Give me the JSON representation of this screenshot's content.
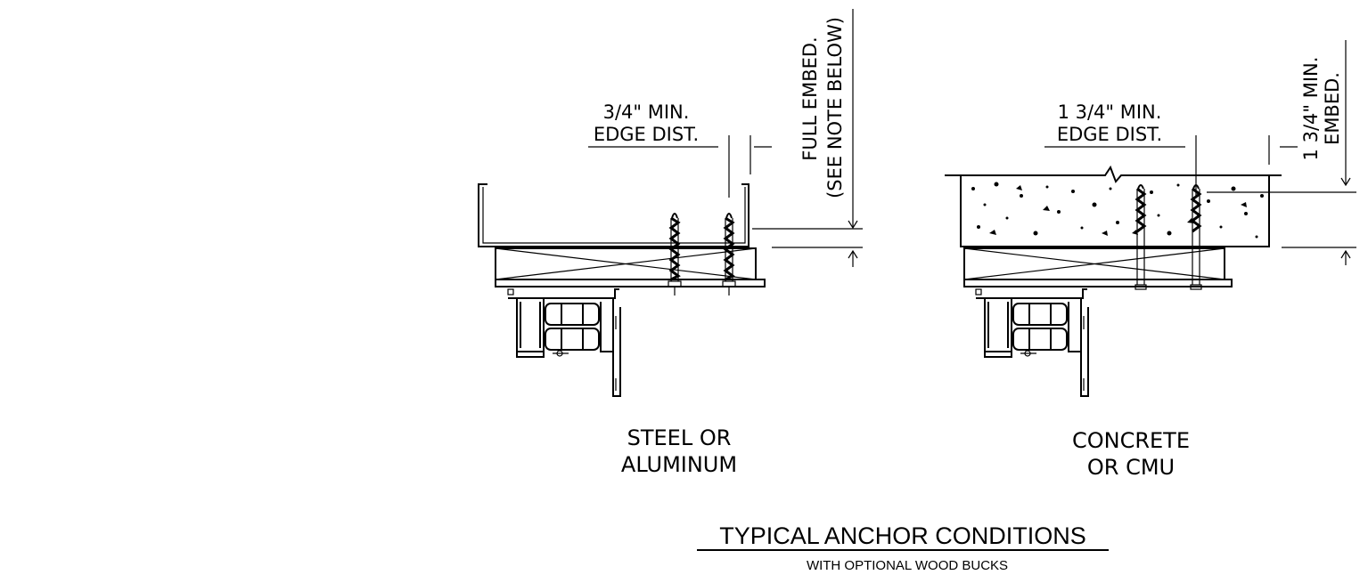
{
  "title": {
    "main": "TYPICAL ANCHOR CONDITIONS",
    "sub": "WITH OPTIONAL WOOD BUCKS"
  },
  "steel_detail": {
    "edge_label_1": "3/4\" MIN.",
    "edge_label_2": "EDGE DIST.",
    "embed_label_1": "FULL EMBED.",
    "embed_label_2": "(SEE NOTE BELOW)",
    "caption_1": "STEEL OR",
    "caption_2": "ALUMINUM"
  },
  "concrete_detail": {
    "edge_label_1": "1 3/4\" MIN.",
    "edge_label_2": "EDGE DIST.",
    "embed_label_1": "1 3/4\" MIN.",
    "embed_label_2": "EMBED.",
    "caption_1": "CONCRETE",
    "caption_2": "OR CMU"
  },
  "colors": {
    "ink": "#000000",
    "background": "#ffffff"
  }
}
